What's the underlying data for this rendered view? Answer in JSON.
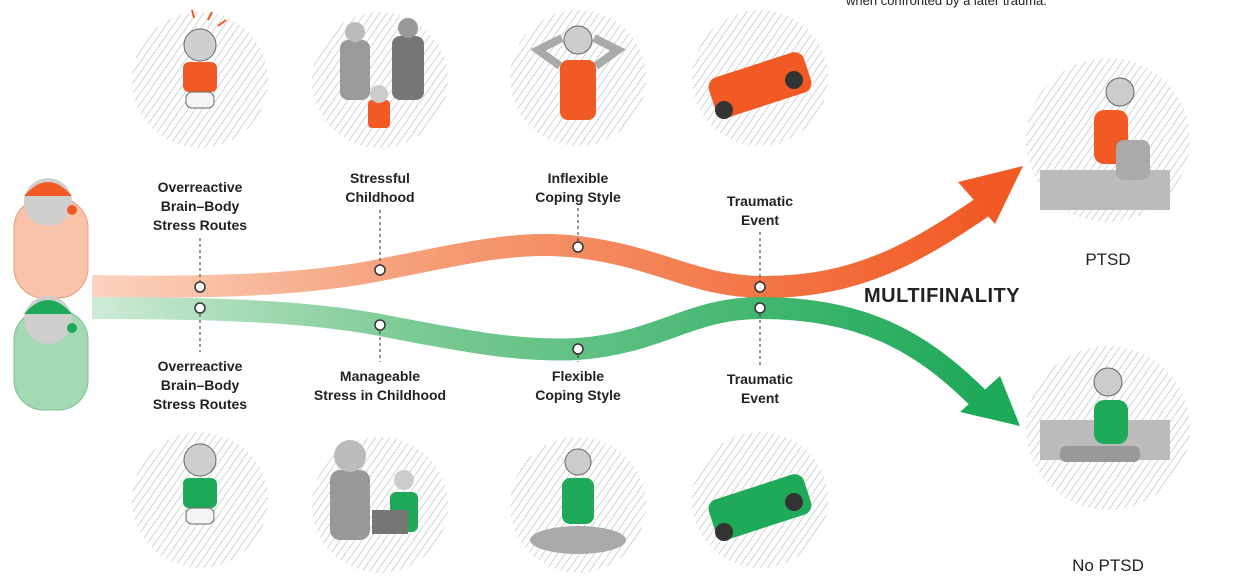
{
  "caption": "when confronted by a later trauma.",
  "center_label": "MULTIFINALITY",
  "top_path": {
    "color": "#f15a24",
    "stages": [
      "Overreactive\nBrain–Body\nStress Routes",
      "Stressful\nChildhood",
      "Inflexible\nCoping Style",
      "Traumatic\nEvent"
    ],
    "outcome": "PTSD"
  },
  "bottom_path": {
    "color": "#1faa59",
    "stages": [
      "Overreactive\nBrain–Body\nStress Routes",
      "Manageable\nStress in Childhood",
      "Flexible\nCoping Style",
      "Traumatic\nEvent"
    ],
    "outcome": "No PTSD"
  }
}
